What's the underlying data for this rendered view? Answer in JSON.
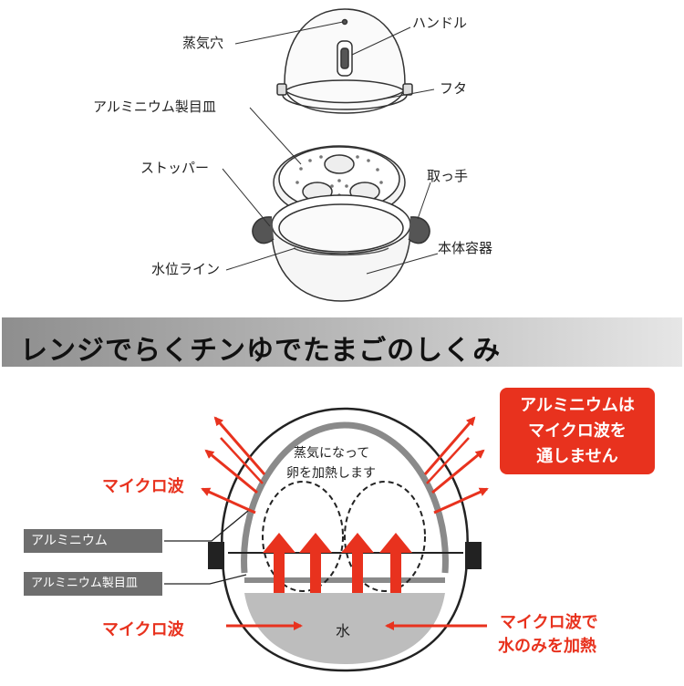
{
  "parts": {
    "steam_hole": "蒸気穴",
    "handle": "ハンドル",
    "lid": "フタ",
    "aluminum_tray": "アルミニウム製目皿",
    "stopper": "ストッパー",
    "grip": "取っ手",
    "body_container": "本体容器",
    "water_line": "水位ライン"
  },
  "section_title": "レンジでらくチンゆでたまごのしくみ",
  "notice": {
    "line1": "アルミニウムは",
    "line2": "マイクロ波を",
    "line3": "通しません"
  },
  "diagram": {
    "steam_line1": "蒸気になって",
    "steam_line2": "卵を加熱します",
    "microwave_top": "マイクロ波",
    "aluminum_tag": "アルミニウム",
    "aluminum_tray_tag": "アルミニウム製目皿",
    "microwave_bottom": "マイクロ波",
    "water": "水",
    "heat_line1": "マイクロ波で",
    "heat_line2": "水のみを加熱"
  },
  "colors": {
    "accent_red": "#e8321e",
    "tag_gray": "#6e6e6e",
    "water_gray": "#bdbdbd"
  }
}
